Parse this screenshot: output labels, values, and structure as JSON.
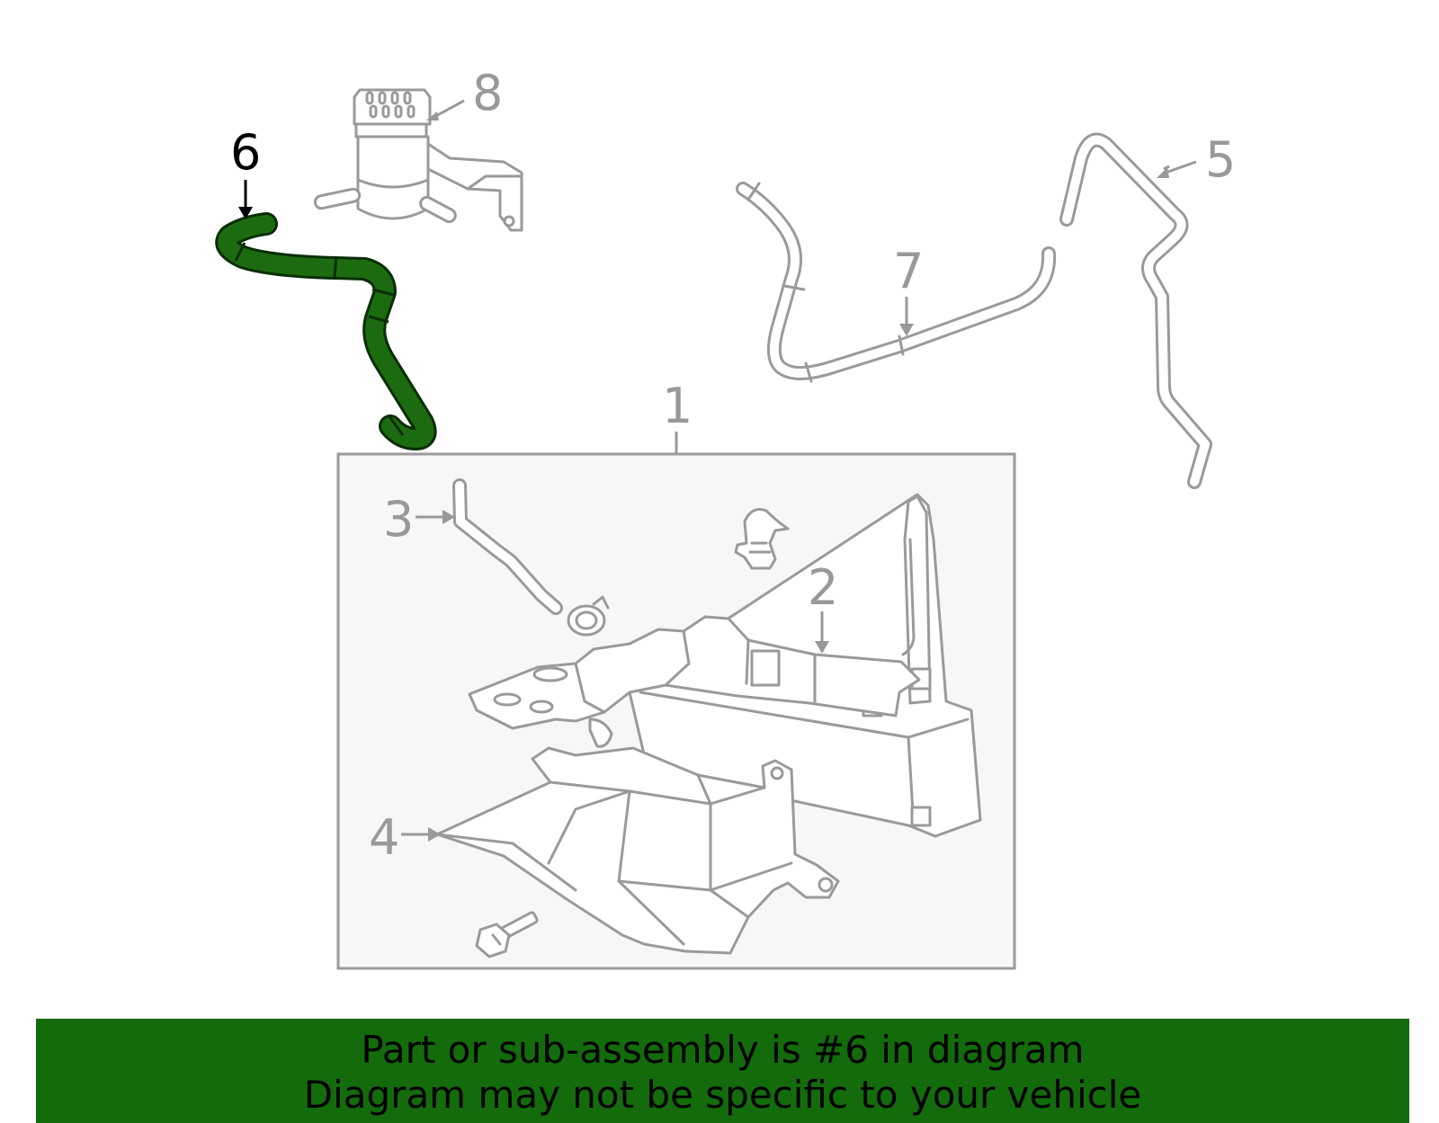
{
  "callouts": {
    "c1": "1",
    "c2": "2",
    "c3": "3",
    "c4": "4",
    "c5": "5",
    "c6": "6",
    "c7": "7",
    "c8": "8"
  },
  "highlighted_part": "6",
  "colors": {
    "highlight": "#1d6b10",
    "banner": "#136b0c",
    "line_art": "#9a9a9a"
  },
  "banner": {
    "line1": "Part or sub-assembly is #6 in diagram",
    "line2": "Diagram may not be specific to your vehicle"
  }
}
